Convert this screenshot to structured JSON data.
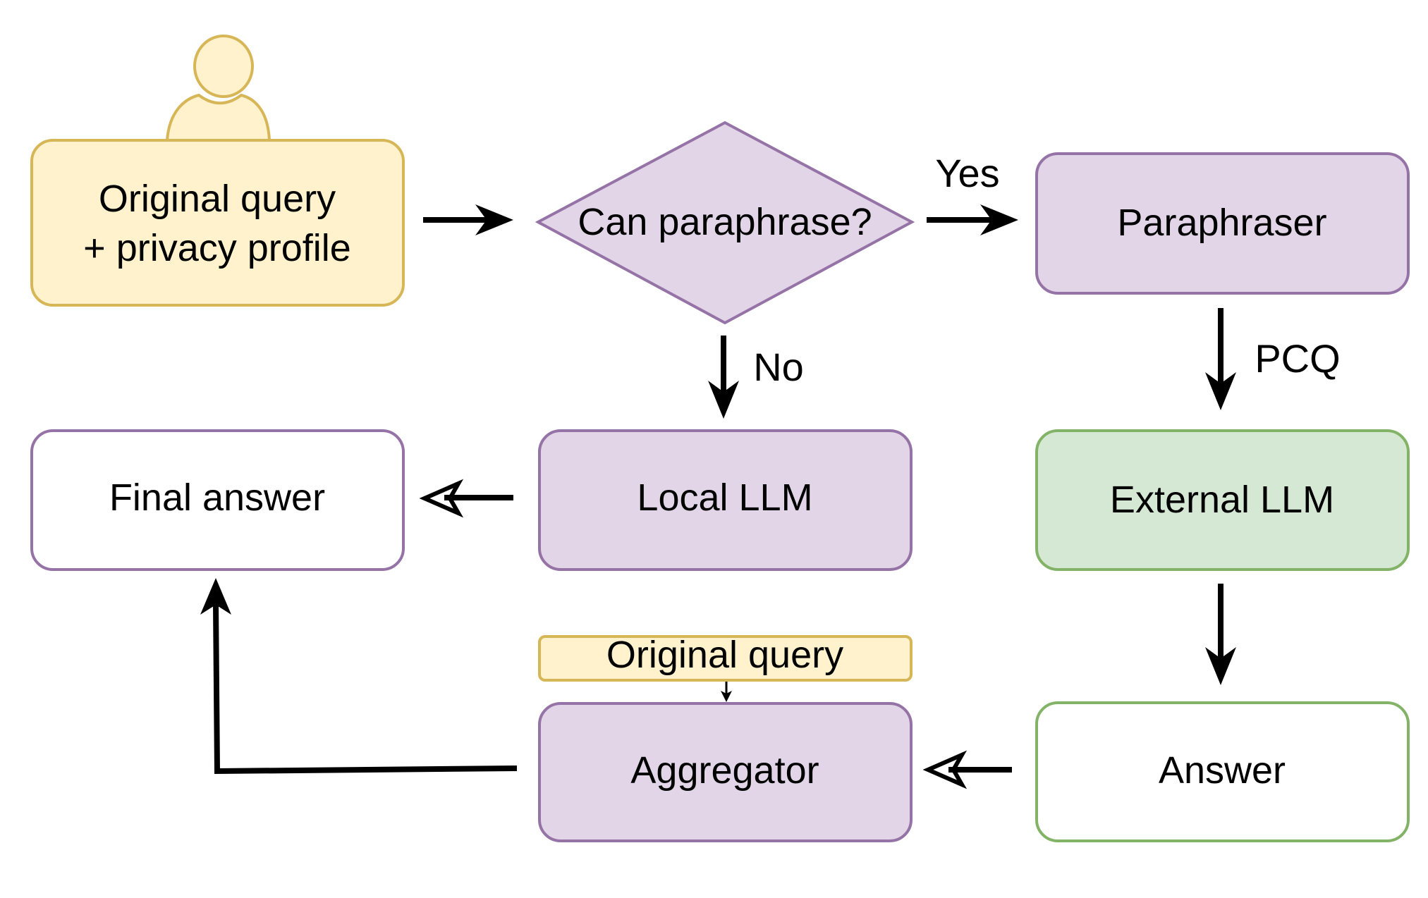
{
  "colors": {
    "yellow_fill": "#fff2cc",
    "yellow_stroke": "#d6b656",
    "purple_fill": "#e1d5e7",
    "purple_stroke": "#9673a6",
    "green_fill": "#d5e8d4",
    "green_stroke": "#82b366",
    "white_fill": "#ffffff",
    "arrow": "#000000"
  },
  "nodes": {
    "original_query_profile": {
      "line1": "Original query",
      "line2": "+ privacy profile"
    },
    "decision": {
      "label": "Can paraphrase?"
    },
    "paraphraser": {
      "label": "Paraphraser"
    },
    "local_llm": {
      "label": "Local LLM"
    },
    "final_answer": {
      "label": "Final answer"
    },
    "external_llm": {
      "label": "External LLM"
    },
    "original_query_small": {
      "label": "Original query"
    },
    "aggregator": {
      "label": "Aggregator"
    },
    "answer": {
      "label": "Answer"
    }
  },
  "edges": {
    "yes_label": "Yes",
    "no_label": "No",
    "pcq_label": "PCQ"
  },
  "icons": {
    "user": "user-icon"
  }
}
